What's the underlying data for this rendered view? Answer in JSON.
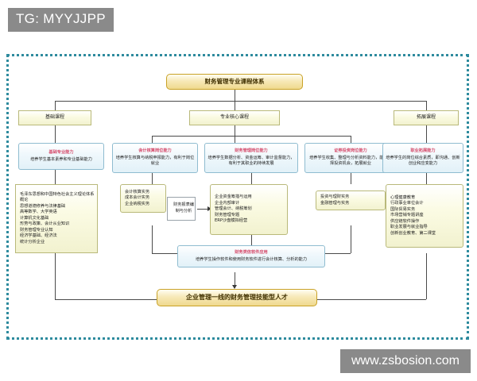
{
  "overlay": {
    "tg_badge": "TG: MYYJJPP",
    "watermark": "www.zsbosion.com"
  },
  "diagram": {
    "title": "财务管理专业课程体系",
    "categories": [
      {
        "id": "basic",
        "label": "基础课程"
      },
      {
        "id": "core",
        "label": "专业核心课程"
      },
      {
        "id": "extend",
        "label": "拓展课程"
      }
    ],
    "abilities": [
      {
        "id": "basic-ability",
        "heading": "基础专业能力",
        "body": "培养学生基本素养和专业基础能力"
      },
      {
        "id": "accounting-post-ability",
        "heading": "会计核算岗位能力",
        "body": "培养学生核算与纳税申报能力，有利于岗位就业"
      },
      {
        "id": "financial-management-post-ability",
        "heading": "财务管理岗位能力",
        "body": "培养学生数据分析、资金运筹、审计监督能力，有利于其职业的持续发展"
      },
      {
        "id": "securities-investment-post-ability",
        "heading": "证券投资岗位能力",
        "body": "培养学生收集、整理与分析资料能力，能够选择投资机会，拓展就业"
      },
      {
        "id": "career-development-ability",
        "heading": "职业拓展能力",
        "body": "培养学生的岗位综合素质，即沟通、创新创业和应变能力"
      }
    ],
    "course_lists": {
      "basic": "毛泽东思想和中国特色社会主义理论体系概论\n思想道德修养与法律基础\n高等数学、大学英语\n计算机文化基础\n形势与政策、会计从业知识\n财务管理专业认知\n经济学基础、经济法\n统计分析企业",
      "accounting": "会计核算实务\n成本会计实务\n企业纳税实务",
      "report": "财务报表编制与分析",
      "finance": "企业资金筹措与运用\n企业内部审计\n管理会计、纳税筹划\n财务管理专题\nERP沙盘模拟经营",
      "investment": "投资与理财实务\n金融管理与实务",
      "extend": "心理健康教育\n行政事业单位会计\n国际贸易实务\n市场营销专题讲座\n供应链软件操作\n职业发展与就业指导\n创新创业教育、第二课堂"
    },
    "software_node": {
      "heading": "财务类信软件应用",
      "body": "培养学生操作软件和使用财务软件进行会计核算、分析的能力"
    },
    "goal": "企业管理一线的财务管理技能型人才"
  }
}
